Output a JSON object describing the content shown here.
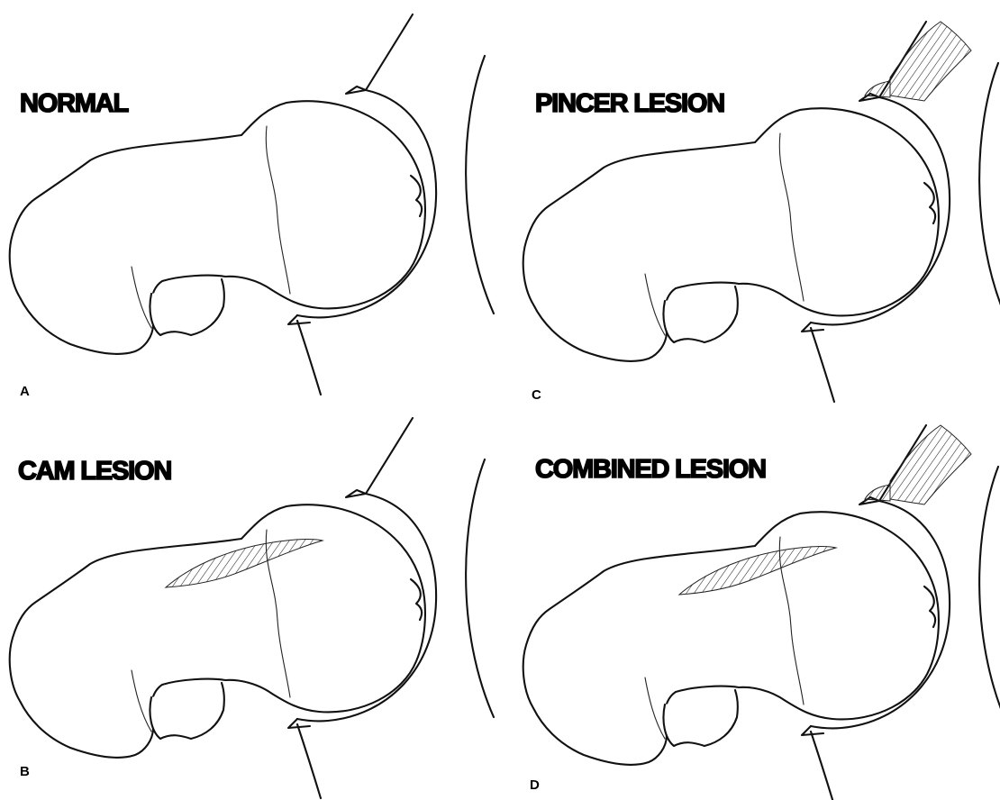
{
  "panels": [
    {
      "title": "NORMAL",
      "letter": "A",
      "pincer": false,
      "cam": false
    },
    {
      "title": "PINCER LESION",
      "letter": "C",
      "pincer": true,
      "cam": false
    },
    {
      "title": "CAM LESION",
      "letter": "B",
      "pincer": false,
      "cam": true
    },
    {
      "title": "COMBINED LESION",
      "letter": "D",
      "pincer": true,
      "cam": true
    }
  ],
  "colors": {
    "ink": "#111111",
    "background": "#ffffff"
  }
}
